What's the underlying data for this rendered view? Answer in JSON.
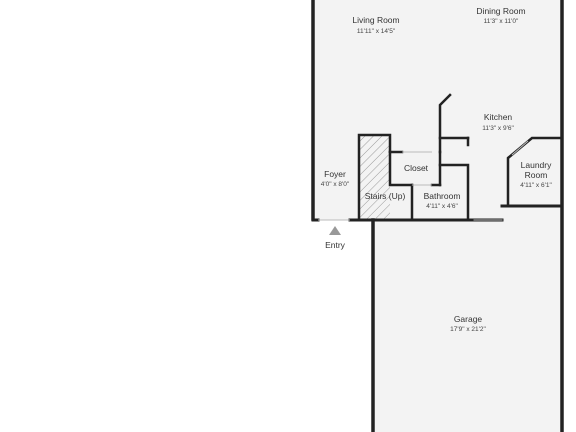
{
  "colors": {
    "wall": "#222222",
    "floor": "#f3f3f3",
    "background": "#ffffff",
    "stair_hatch": "#9a9a9a",
    "text": "#333333",
    "entry_marker": "#999999"
  },
  "rooms": {
    "living_room": {
      "name": "Living Room",
      "dims": "11'11\" x 14'5\""
    },
    "dining_room": {
      "name": "Dining Room",
      "dims": "11'3\" x 11'0\""
    },
    "kitchen": {
      "name": "Kitchen",
      "dims": "11'3\" x 9'6\""
    },
    "closet": {
      "name": "Closet"
    },
    "laundry_room": {
      "name_line1": "Laundry",
      "name_line2": "Room",
      "dims": "4'11\" x 6'1\""
    },
    "foyer": {
      "name": "Foyer",
      "dims": "4'0\" x 8'0\""
    },
    "stairs": {
      "name": "Stairs (Up)"
    },
    "bathroom": {
      "name": "Bathroom",
      "dims": "4'11\" x 4'6\""
    },
    "garage": {
      "name": "Garage",
      "dims": "17'9\" x 21'2\""
    }
  },
  "entry": {
    "label": "Entry",
    "marker_icon": "triangle-up-icon"
  }
}
